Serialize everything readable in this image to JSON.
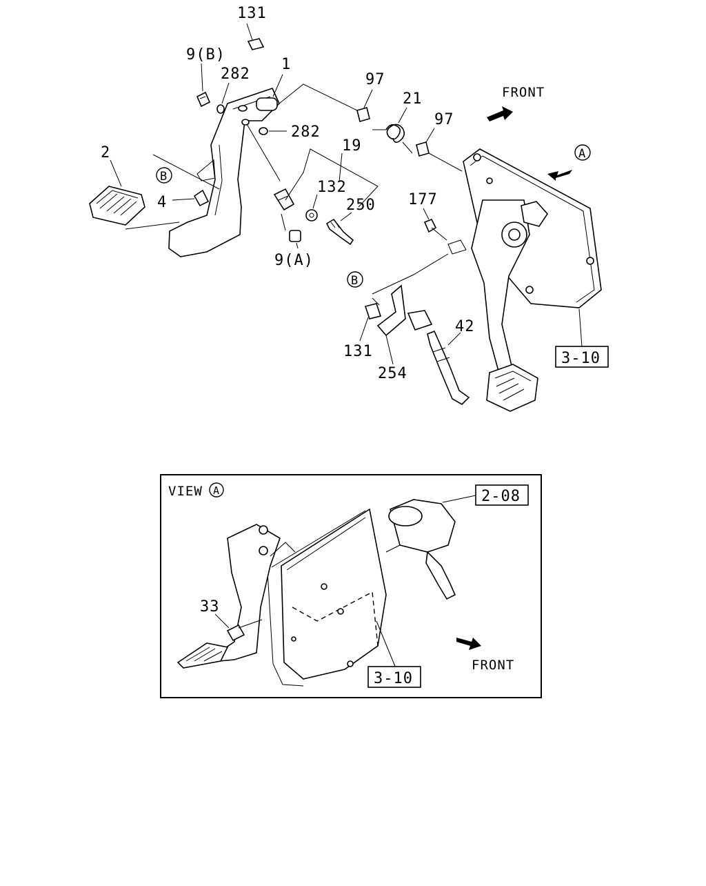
{
  "main_view": {
    "callouts": {
      "c131_top": "131",
      "c9b": "9(B)",
      "c282_top": "282",
      "c1": "1",
      "c97_a": "97",
      "c21": "21",
      "front": "FRONT",
      "c97_b": "97",
      "c282_mid": "282",
      "c19": "19",
      "c2": "2",
      "c132": "132",
      "c250": "250",
      "c177": "177",
      "c4": "4",
      "c9a": "9(A)",
      "c42": "42",
      "c131_bot": "131",
      "c254": "254",
      "ref_3_10": "3-10"
    },
    "markers": {
      "a": "A",
      "b1": "B",
      "b2": "B"
    }
  },
  "view_a": {
    "title": "VIEW",
    "title_marker": "A",
    "ref_2_08": "2-08",
    "c33": "33",
    "ref_3_10": "3-10",
    "front": "FRONT"
  }
}
